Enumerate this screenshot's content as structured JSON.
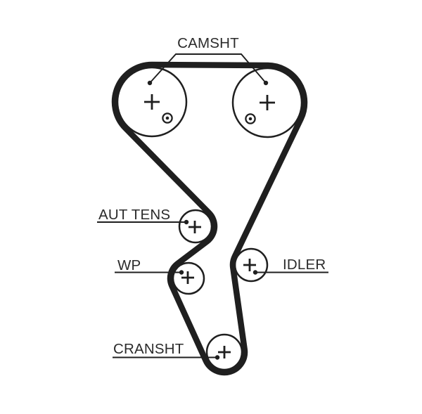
{
  "diagram": {
    "kind": "timing-belt-routing",
    "background_color": "#ffffff",
    "line_color": "#1f1f1f",
    "text_color": "#2b2b2b",
    "labels": {
      "camshaft": "CAMSHT",
      "tensioner": "AUT TENS",
      "water_pump": "WP",
      "idler": "IDLER",
      "crankshaft": "CRANSHT"
    },
    "belt": {
      "type": "timing-belt",
      "color": "#1f1f1f"
    },
    "pulleys": [
      {
        "id": "camshaft-left",
        "label": "CAMSHT",
        "marks": [
          "center-cross",
          "timing-dot"
        ]
      },
      {
        "id": "camshaft-right",
        "label": "CAMSHT",
        "marks": [
          "center-cross",
          "timing-dot"
        ]
      },
      {
        "id": "tensioner",
        "label": "AUT TENS",
        "marks": [
          "center-cross"
        ]
      },
      {
        "id": "water-pump",
        "label": "WP",
        "marks": [
          "center-cross"
        ]
      },
      {
        "id": "idler",
        "label": "IDLER",
        "marks": [
          "center-cross"
        ]
      },
      {
        "id": "crankshaft",
        "label": "CRANSHT",
        "marks": [
          "center-cross"
        ]
      }
    ]
  }
}
